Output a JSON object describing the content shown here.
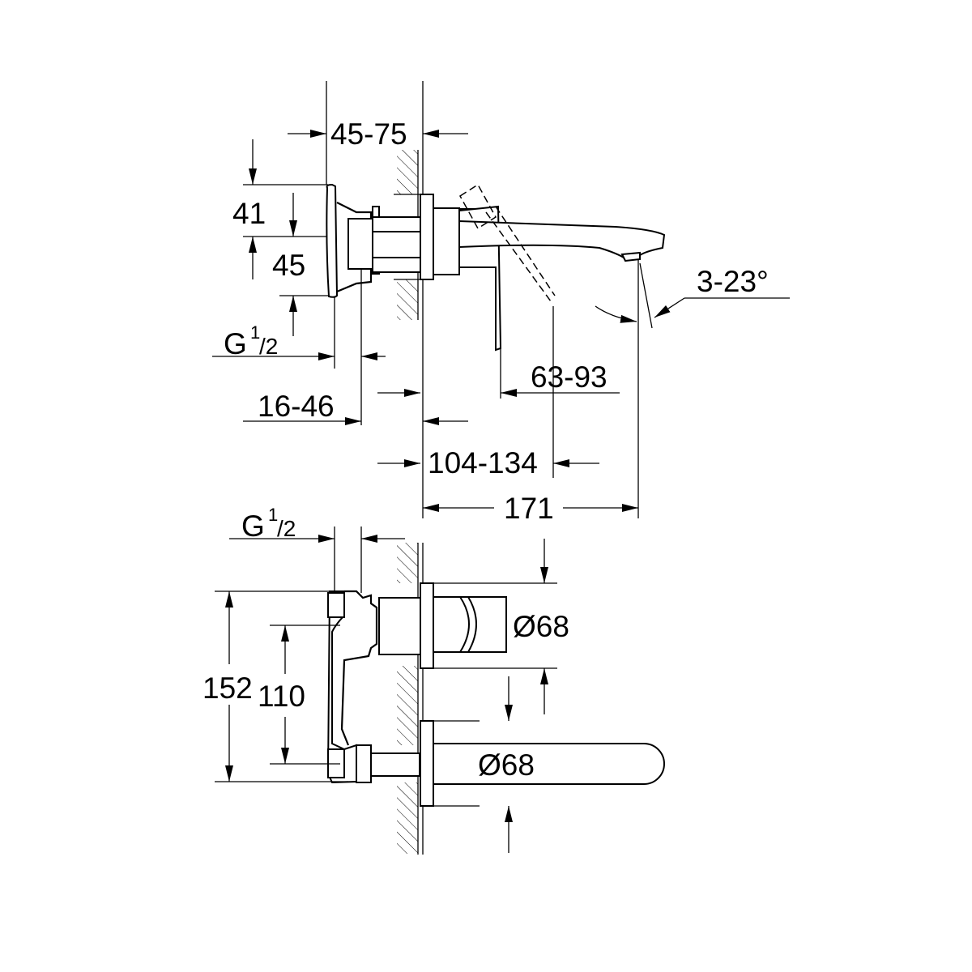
{
  "title": "Wall-mounted basin mixer dimension drawing",
  "side_view": {
    "dim_wall_depth": "45-75",
    "dim_upper": "41",
    "dim_lower": "45",
    "thread_label": "G",
    "thread_fraction_num": "1",
    "thread_fraction_den": "/2",
    "dim_16_46": "16-46",
    "dim_63_93": "63-93",
    "dim_104_134": "104-134",
    "dim_171": "171",
    "dim_angle": "3-23°"
  },
  "front_view": {
    "thread_label": "G",
    "thread_fraction_num": "1",
    "thread_fraction_den": "/2",
    "dim_152": "152",
    "dim_110": "110",
    "dia_upper": "Ø68",
    "dia_lower": "Ø68"
  }
}
